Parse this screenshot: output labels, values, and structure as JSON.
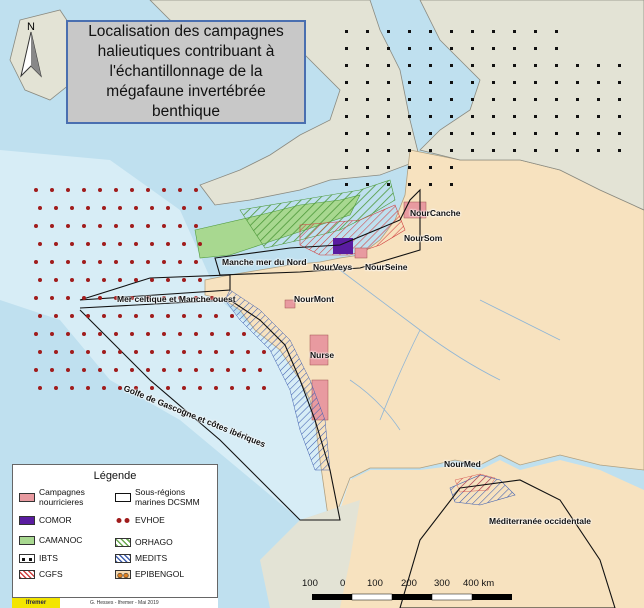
{
  "title": "Localisation des campagnes halieutiques contribuant à l'échantillonnage de la mégafaune invertébrée benthique",
  "north_label": "N",
  "labels": {
    "nourcanche": "NourCanche",
    "noursom": "NourSom",
    "manche_mer_du_nord": "Manche mer du Nord",
    "nourveys": "NourVeys",
    "nourseine": "NourSeine",
    "mer_celtique": "Mer celtique et Manche ouest",
    "nourmont": "NourMont",
    "nurse": "Nurse",
    "golfe_gascogne": "Golfe de Gascogne et côtes ibériques",
    "nourmed": "NourMed",
    "mediterranee_occ": "Méditerranée occidentale"
  },
  "legend": {
    "title": "Légende",
    "items": [
      {
        "key": "campagnes",
        "label": "Campagnes nourricieres",
        "color": "#e89aa0"
      },
      {
        "key": "sous_regions",
        "label": "Sous-régions marines DCSMM"
      },
      {
        "key": "comor",
        "label": "COMOR",
        "color": "#5a1ca0"
      },
      {
        "key": "evhoe",
        "label": "EVHOE",
        "color": "#a01c1c"
      },
      {
        "key": "camanoc",
        "label": "CAMANOC",
        "color": "#a8d890"
      },
      {
        "key": "orhago",
        "label": "ORHAGO",
        "color": "#6aa84f"
      },
      {
        "key": "ibts",
        "label": "IBTS",
        "color": "#111111"
      },
      {
        "key": "medits",
        "label": "MEDITS",
        "color": "#3f5fb0"
      },
      {
        "key": "cgfs",
        "label": "CGFS",
        "color": "#d04040"
      },
      {
        "key": "epibengol",
        "label": "EPIBENGOL",
        "color": "#e08020"
      }
    ]
  },
  "scale": {
    "labels": [
      "100",
      "0",
      "100",
      "200",
      "300",
      "400 km"
    ]
  },
  "credit": "G. Hesses - Ifremer - Mai 2019",
  "logo_text": "Ifremer"
}
